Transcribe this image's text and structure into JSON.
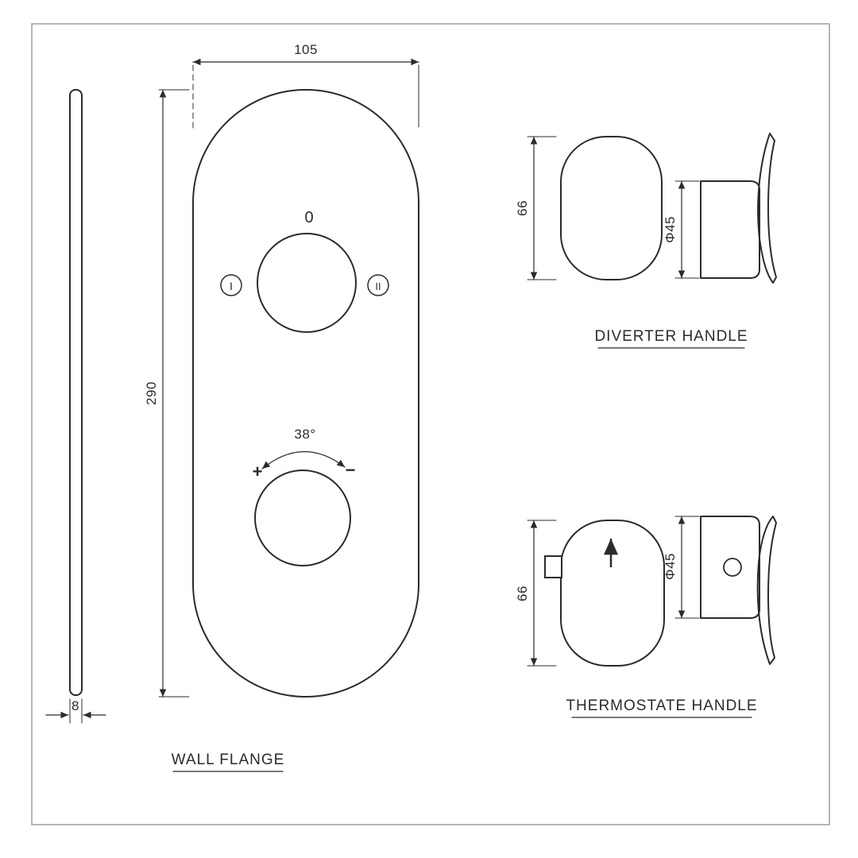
{
  "drawing": {
    "wall_flange": {
      "label": "WALL FLANGE",
      "dim_width": "105",
      "dim_height": "290",
      "dim_thickness": "8",
      "zero": "0",
      "position_one": "I",
      "position_two": "II",
      "angle": "38°",
      "plus": "+",
      "minus": "−"
    },
    "diverter": {
      "label": "DIVERTER HANDLE",
      "dim_height": "66",
      "dim_diameter": "Φ45"
    },
    "thermostate": {
      "label": "THERMOSTATE  HANDLE",
      "dim_height": "66",
      "dim_diameter": "Φ45"
    }
  },
  "colors": {
    "line": "#2b2b2b",
    "border": "#9e9e9e",
    "background": "#ffffff"
  }
}
